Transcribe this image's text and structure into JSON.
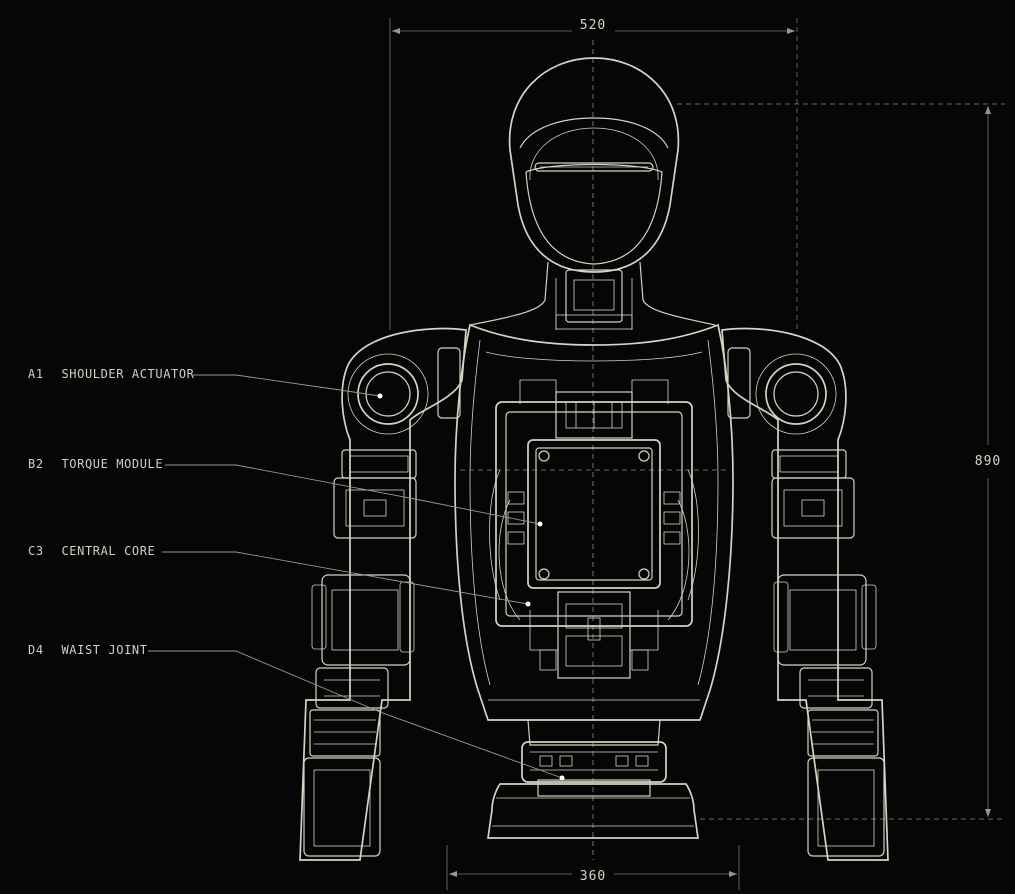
{
  "dimensions": {
    "width_top": "520",
    "height_right": "890",
    "width_bottom": "360"
  },
  "callouts": [
    {
      "code": "A1",
      "label": "SHOULDER ACTUATOR"
    },
    {
      "code": "B2",
      "label": "TORQUE MODULE"
    },
    {
      "code": "C3",
      "label": "CENTRAL CORE"
    },
    {
      "code": "D4",
      "label": "WAIST JOINT"
    }
  ],
  "colors": {
    "background": "#060606",
    "linework": "#d6d2c4",
    "guide": "#8f8c84"
  }
}
